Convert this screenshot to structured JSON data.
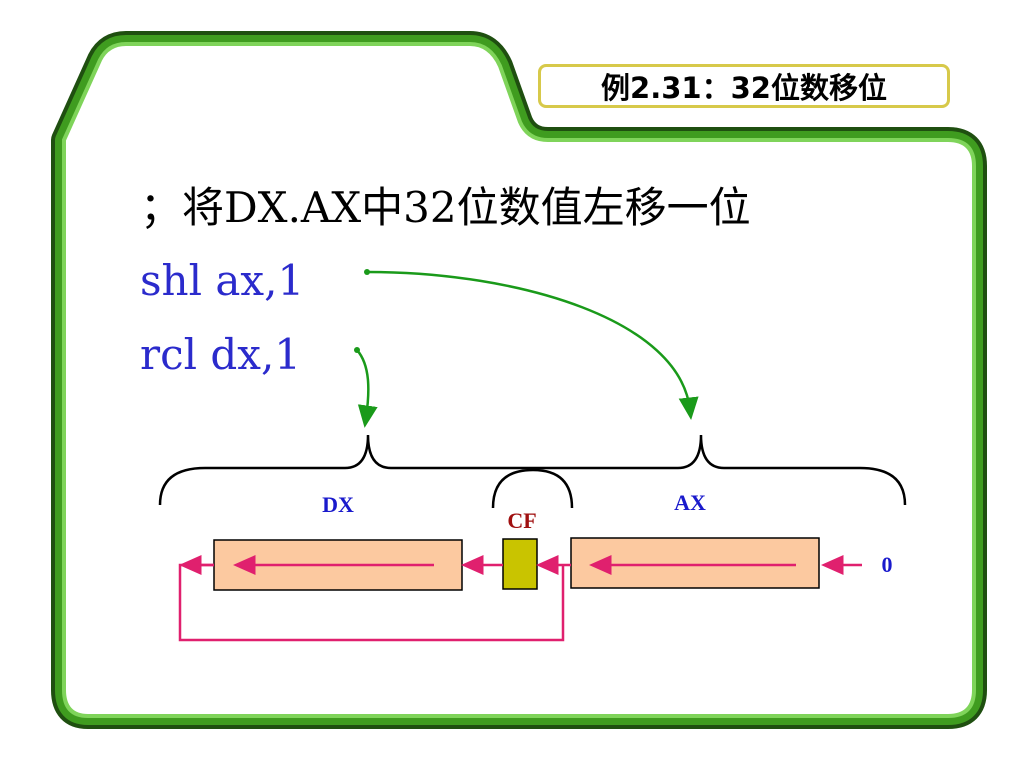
{
  "title": "例2.31：32位数移位",
  "code": {
    "comment": "；将DX.AX中32位数值左移一位",
    "line1": "shl ax,1",
    "line2": "rcl dx,1"
  },
  "diagram": {
    "dx_label": "DX",
    "cf_label": "CF",
    "ax_label": "AX",
    "zero_label": "0"
  },
  "colors": {
    "frame_green": "#3f9c1f",
    "frame_dark": "#1f4f10",
    "register_fill": "#fcc9a0",
    "cf_fill": "#c9c400",
    "shift_arrow": "#e0206e",
    "callout_arrow": "#1a9a1a",
    "code_blue": "#2b2bcc",
    "label_blue": "#1a1acc",
    "cf_label": "#a01010"
  }
}
